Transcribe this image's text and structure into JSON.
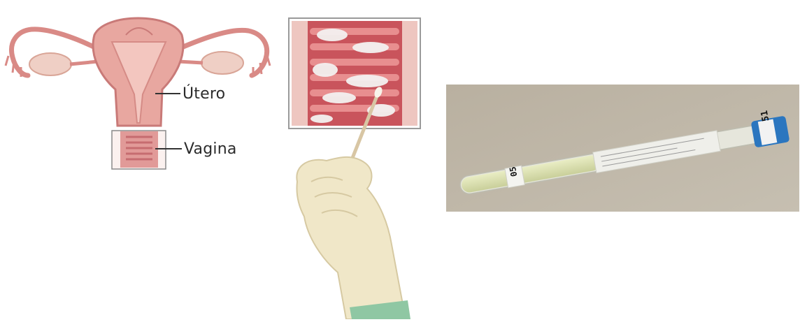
{
  "anatomy": {
    "labels": {
      "uterus": "Útero",
      "vagina": "Vagina"
    }
  },
  "tube": {
    "cap_label": "51",
    "body_label": "05"
  },
  "colors": {
    "tissue": "#e8a7a0",
    "tissue_dark": "#c95f63",
    "glove": "#f0e7c8",
    "tube_background": "#bdb5a5",
    "cap_blue": "#2b76bf"
  }
}
